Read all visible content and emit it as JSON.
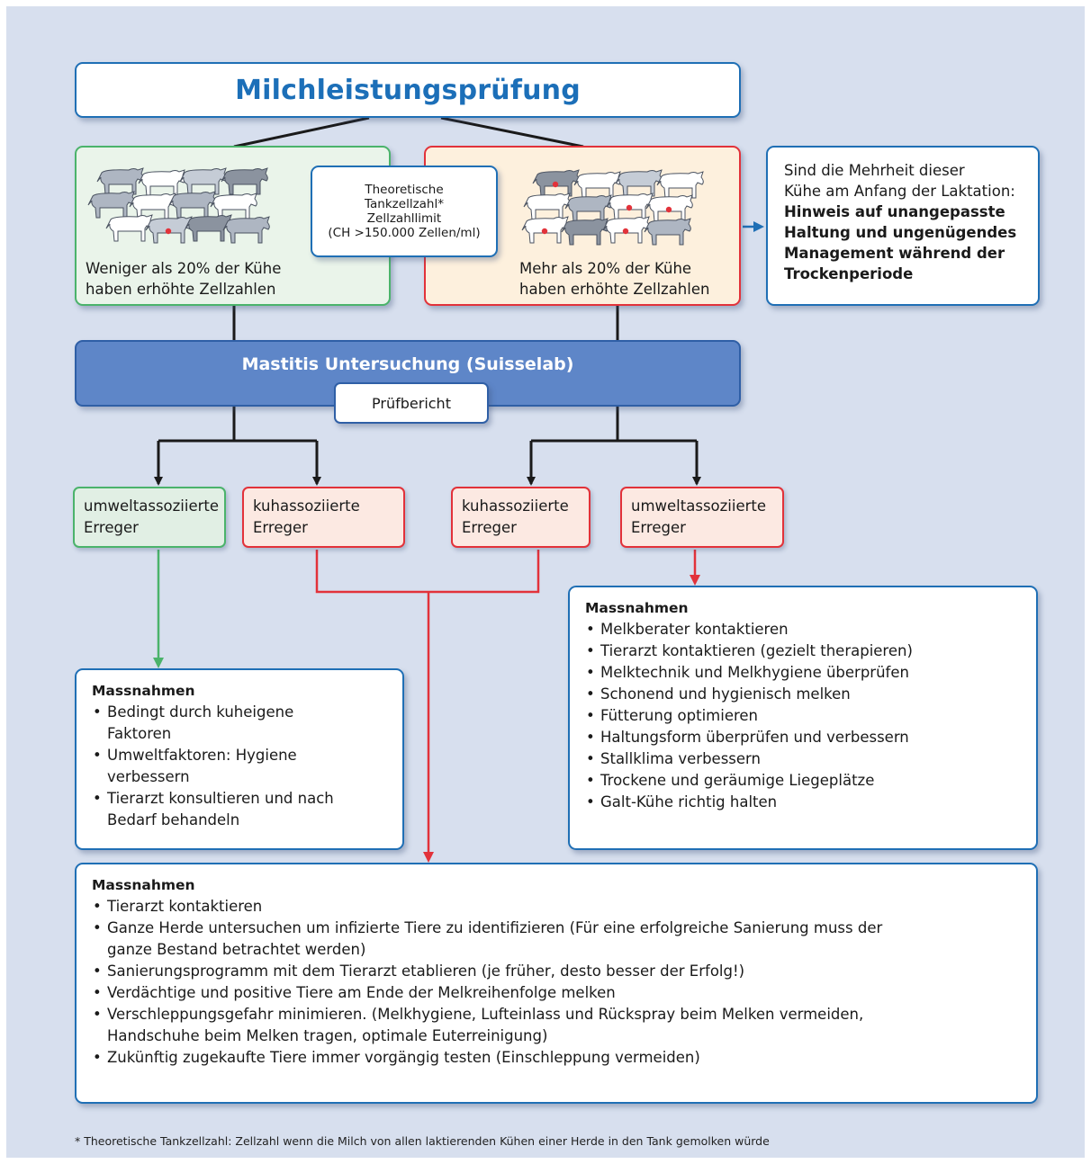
{
  "colors": {
    "background": "#d7dfee",
    "blue": "#1f6fb5",
    "green": "#4bb36b",
    "red": "#e2323a",
    "mastitis_fill": "#5e86c8",
    "green_fill": "#eaf4ea",
    "red_fill": "#fdf0dd"
  },
  "title": "Milchleistungsprüfung",
  "herds": {
    "low": {
      "text_line1": "Weniger als 20% der Kühe",
      "text_line2": "haben erhöhte Zellzahlen",
      "icon": "cow-herd-icon"
    },
    "high": {
      "text_line1": "Mehr als 20% der Kühe",
      "text_line2": "haben erhöhte Zellzahlen",
      "icon": "cow-herd-icon"
    }
  },
  "tank": {
    "line1": "Theoretische",
    "line2": "Tankzellzahl*",
    "line3": "Zellzahllimit",
    "line4": "(CH >150.000 Zellen/ml)"
  },
  "hint": {
    "line1": "Sind die Mehrheit dieser",
    "line2": "Kühe am Anfang der Laktation:",
    "bold1": "Hinweis auf unangepasste",
    "bold2": "Haltung und ungenügendes",
    "bold3": "Management während der",
    "bold4": "Trockenperiode"
  },
  "mastitis": {
    "title": "Mastitis Untersuchung (Suisselab)",
    "report": "Prüfbericht"
  },
  "erreger": [
    {
      "line1": "umweltassoziierte",
      "line2": "Erreger"
    },
    {
      "line1": "kuhassoziierte",
      "line2": "Erreger"
    },
    {
      "line1": "kuhassoziierte",
      "line2": "Erreger"
    },
    {
      "line1": "umweltassoziierte",
      "line2": "Erreger"
    }
  ],
  "massnahmen_left": {
    "heading": "Massnahmen",
    "lines": [
      "Bedingt durch kuheigene",
      "Faktoren",
      "Umweltfaktoren: Hygiene",
      "verbessern",
      "Tierarzt konsultieren und nach",
      "Bedarf behandeln"
    ]
  },
  "massnahmen_right": {
    "heading": "Massnahmen",
    "items": [
      "Melkberater kontaktieren",
      "Tierarzt kontaktieren (gezielt therapieren)",
      "Melktechnik und Melkhygiene überprüfen",
      "Schonend und hygienisch melken",
      "Fütterung optimieren",
      "Haltungsform überprüfen und verbessern",
      "Stallklima verbessern",
      "Trockene und geräumige Liegeplätze",
      "Galt-Kühe richtig halten"
    ]
  },
  "massnahmen_bottom": {
    "heading": "Massnahmen",
    "lines": [
      "Tierarzt kontaktieren",
      "Ganze Herde untersuchen um infizierte Tiere zu identifizieren (Für eine erfolgreiche Sanierung muss der",
      "ganze Bestand betrachtet werden)",
      "Sanierungsprogramm mit dem Tierarzt etablieren (je früher, desto besser der Erfolg!)",
      "Verdächtige und positive Tiere am Ende der Melkreihenfolge melken",
      "Verschleppungsgefahr minimieren. (Melkhygiene, Lufteinlass und Rückspray beim Melken vermeiden,",
      "Handschuhe beim Melken tragen, optimale Euterreinigung)",
      "Zukünftig zugekaufte Tiere immer vorgängig testen (Einschleppung vermeiden)"
    ]
  },
  "footnote": "* Theoretische Tankzellzahl: Zellzahl wenn die Milch von allen laktierenden Kühen einer Herde in den Tank gemolken würde"
}
